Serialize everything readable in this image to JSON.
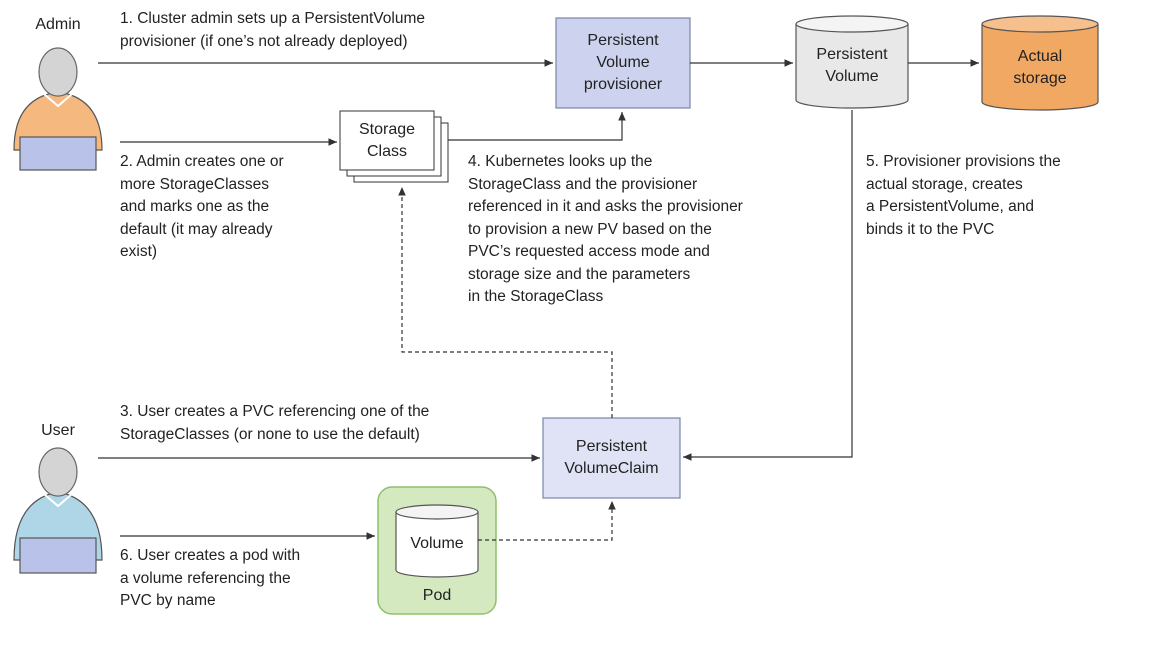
{
  "actors": {
    "admin": "Admin",
    "user": "User"
  },
  "nodes": {
    "pv_provisioner": [
      "Persistent",
      "Volume",
      "provisioner"
    ],
    "storage_class": [
      "Storage",
      "Class"
    ],
    "persistent_volume": [
      "Persistent",
      "Volume"
    ],
    "actual_storage": [
      "Actual",
      "storage"
    ],
    "pvc": [
      "Persistent",
      "VolumeClaim"
    ],
    "volume": "Volume",
    "pod": "Pod"
  },
  "steps": {
    "step1": [
      "1. Cluster admin sets up a PersistentVolume",
      "provisioner (if one’s not already deployed)"
    ],
    "step2": [
      "2. Admin creates one or",
      "more StorageClasses",
      "and marks one as the",
      "default (it may already",
      "exist)"
    ],
    "step3": [
      "3. User creates a PVC referencing one of the",
      "StorageClasses (or none to use the default)"
    ],
    "step4": [
      "4. Kubernetes looks up the",
      "StorageClass and the provisioner",
      "referenced in it and asks the provisioner",
      "to provision a new PV based on the",
      "PVC’s requested access mode and",
      "storage size and the parameters",
      "in the StorageClass"
    ],
    "step5": [
      "5. Provisioner provisions the",
      "actual storage, creates",
      "a PersistentVolume, and",
      "binds it to the PVC"
    ],
    "step6": [
      "6. User creates a pod with",
      "a volume referencing the",
      "PVC by name"
    ]
  },
  "colors": {
    "provisioner_fill": "#cdd3ee",
    "pvc_fill": "#dfe3f5",
    "pv_fill": "#e8e8e8",
    "actual_storage_fill": "#f0a862",
    "pod_fill": "#d4e9bf",
    "pod_border": "#8fbf6a",
    "admin_shirt": "#f5b980",
    "user_shirt": "#aed6e6",
    "laptop_admin": "#b9c3ea",
    "laptop_user": "#b9c3ea"
  }
}
